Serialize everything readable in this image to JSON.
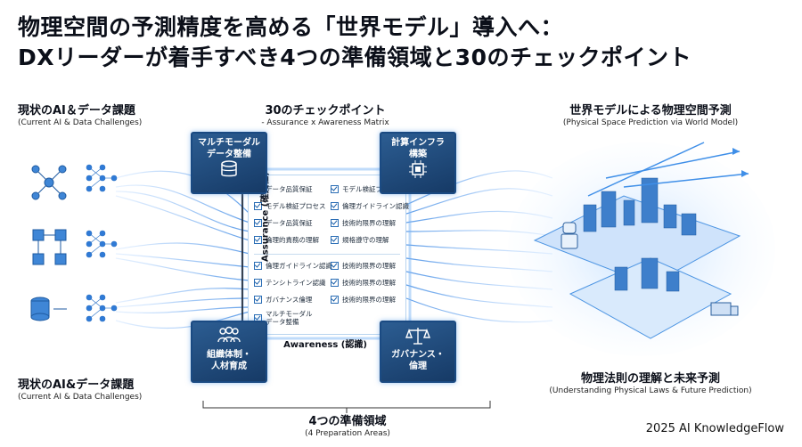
{
  "title": {
    "line1": "物理空間の予測精度を高める「世界モデル」導入へ：",
    "line2": "DXリーダーが着手すべき4つの準備領域と30のチェックポイント"
  },
  "left_top": {
    "heading": "現状のAI＆データ課題",
    "subtitle": "(Current AI & Data Challenges)"
  },
  "left_bottom": {
    "heading": "現状のAI&データ課題",
    "subtitle": "(Current AI & Data Challenges)"
  },
  "center_top": {
    "heading": "30のチェックポイント",
    "subtitle": "- Assurance x Awareness Matrix"
  },
  "center_bottom": {
    "heading": "4つの準備領域",
    "subtitle": "(4 Preparation Areas)"
  },
  "right_top": {
    "heading": "世界モデルによる物理空間予測",
    "subtitle": "(Physical Space Prediction via World Model)"
  },
  "right_bottom": {
    "heading": "物理法則の理解と未来予測",
    "subtitle": "(Understanding Physical Laws & Future Prediction)"
  },
  "corners": {
    "top_left": {
      "label": "マルチモーダル\nデータ整備",
      "icon": "database-icon"
    },
    "top_right": {
      "label": "計算インフラ\n構築",
      "icon": "chip-icon"
    },
    "bottom_left": {
      "label": "組織体制・\n人材育成",
      "icon": "people-icon"
    },
    "bottom_right": {
      "label": "ガバナンス・\n倫理",
      "icon": "scales-icon"
    }
  },
  "matrix": {
    "y_axis": "Assurance (確実性)",
    "x_axis": "Awareness (認識)",
    "left_top": [
      "データ品質保証",
      "モデル検証プロセス",
      "データ品質保証",
      "倫理的責務の理解"
    ],
    "right_top": [
      "モデル検証プロセス",
      "倫理ガイドライン認識",
      "技術的限界の理解",
      "規格遵守の理解"
    ],
    "left_bottom": [
      "倫理ガイドライン認識",
      "テンシトライン認識",
      "ガバナンス倫理",
      "マルチモーダル\nデータ整備"
    ],
    "right_bottom": [
      "技術的限界の理解",
      "技術的限界の理解",
      "技術的限界の理解"
    ]
  },
  "footer": "2025 AI KnowledgeFlow"
}
